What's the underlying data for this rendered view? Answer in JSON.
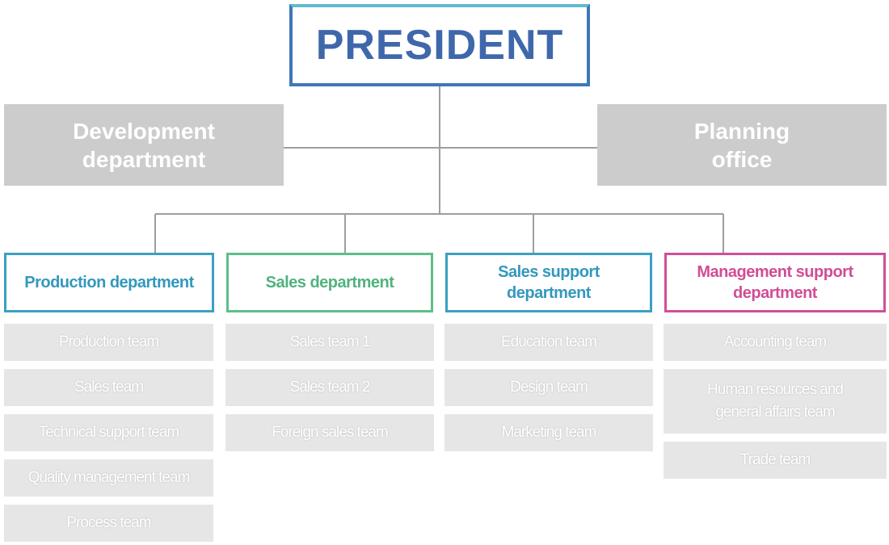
{
  "president": {
    "label": "PRESIDENT"
  },
  "staff": {
    "development": {
      "line1": "Development",
      "line2": "department"
    },
    "planning": {
      "line1": "Planning",
      "line2": "office"
    }
  },
  "departments": [
    {
      "line1": "Production department",
      "line2": "",
      "teams": [
        {
          "line1": "Production team",
          "line2": ""
        },
        {
          "line1": "Sales team",
          "line2": ""
        },
        {
          "line1": "Technical support team",
          "line2": ""
        },
        {
          "line1": "Quality management team",
          "line2": ""
        },
        {
          "line1": "Process team",
          "line2": ""
        }
      ]
    },
    {
      "line1": "Sales department",
      "line2": "",
      "teams": [
        {
          "line1": "Sales team 1",
          "line2": ""
        },
        {
          "line1": "Sales team 2",
          "line2": ""
        },
        {
          "line1": "Foreign sales team",
          "line2": ""
        }
      ]
    },
    {
      "line1": "Sales support",
      "line2": "department",
      "teams": [
        {
          "line1": "Education team",
          "line2": ""
        },
        {
          "line1": "Design team",
          "line2": ""
        },
        {
          "line1": "Marketing team",
          "line2": ""
        }
      ]
    },
    {
      "line1": "Management support",
      "line2": "department",
      "teams": [
        {
          "line1": "Accounting team",
          "line2": ""
        },
        {
          "line1": "Human resources and",
          "line2": "general affairs team"
        },
        {
          "line1": "Trade team",
          "line2": ""
        }
      ]
    }
  ],
  "colors": {
    "president_border": "#3f77b8",
    "president_text": "#3f68ab",
    "dept_blue": "#3aa0c2",
    "dept_green": "#5cbf8a",
    "dept_pink": "#d24e98",
    "staff_box": "#cccccc",
    "team_box": "#e6e6e6",
    "connector": "#9e9e9e"
  }
}
